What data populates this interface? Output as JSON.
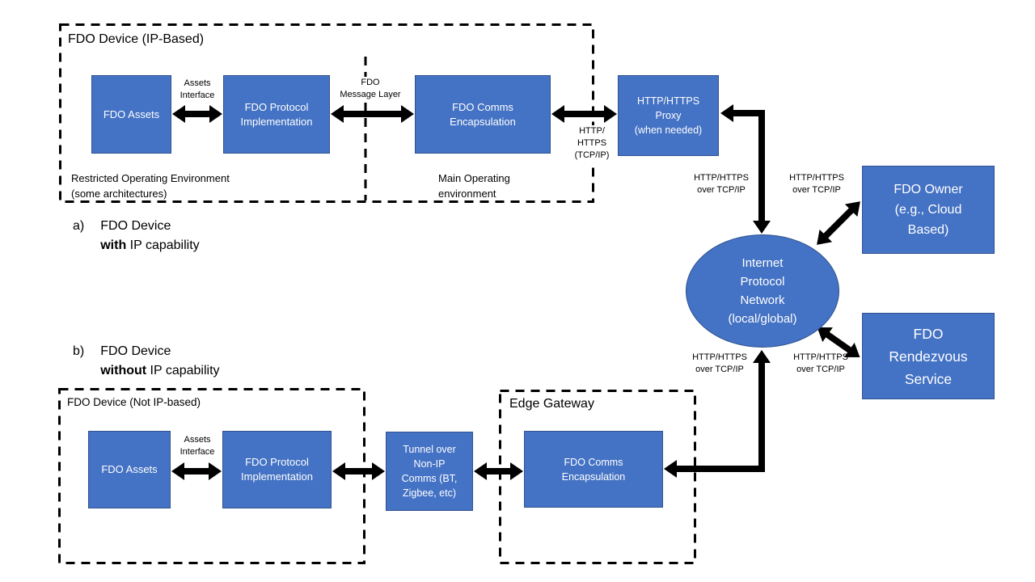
{
  "colors": {
    "box_fill": "#4472C4",
    "box_border": "#2F528F",
    "arrow": "#000000"
  },
  "section_a": {
    "title": "FDO Device (IP-Based)",
    "caption": {
      "prefix": "a)",
      "line1": "FDO Device",
      "bold": "with",
      "rest": " IP capability"
    },
    "boxes": {
      "assets": "FDO Assets",
      "protocol": "FDO Protocol\nImplementation",
      "comms": "FDO Comms\nEncapsulation",
      "proxy": "HTTP/HTTPS\nProxy\n(when needed)"
    },
    "labels": {
      "assets_interface": "Assets\nInterface",
      "message_layer": "FDO\nMessage Layer",
      "http_tcpip": "HTTP/\nHTTPS\n(TCP/IP)",
      "restricted_env": "Restricted Operating Environment\n(some architectures)",
      "main_env": "Main Operating\nenvironment"
    }
  },
  "section_b": {
    "title": "FDO Device (Not IP-based)",
    "gateway_title": "Edge Gateway",
    "caption": {
      "prefix": "b)",
      "line1": "FDO Device",
      "bold": "without",
      "rest": " IP capability"
    },
    "boxes": {
      "assets": "FDO Assets",
      "protocol": "FDO Protocol\nImplementation",
      "tunnel": "Tunnel over\nNon-IP\nComms (BT,\nZigbee, etc)",
      "comms": "FDO Comms\nEncapsulation"
    },
    "labels": {
      "assets_interface": "Assets\nInterface"
    }
  },
  "network": {
    "ellipse": "Internet\nProtocol\nNetwork\n(local/global)",
    "owner": "FDO Owner\n(e.g., Cloud\nBased)",
    "rendezvous": "FDO\nRendezvous\nService",
    "links": {
      "proxy_net": "HTTP/HTTPS\nover TCP/IP",
      "net_owner": "HTTP/HTTPS\nover TCP/IP",
      "gw_net": "HTTP/HTTPS\nover TCP/IP",
      "net_rv": "HTTP/HTTPS\nover TCP/IP"
    }
  }
}
